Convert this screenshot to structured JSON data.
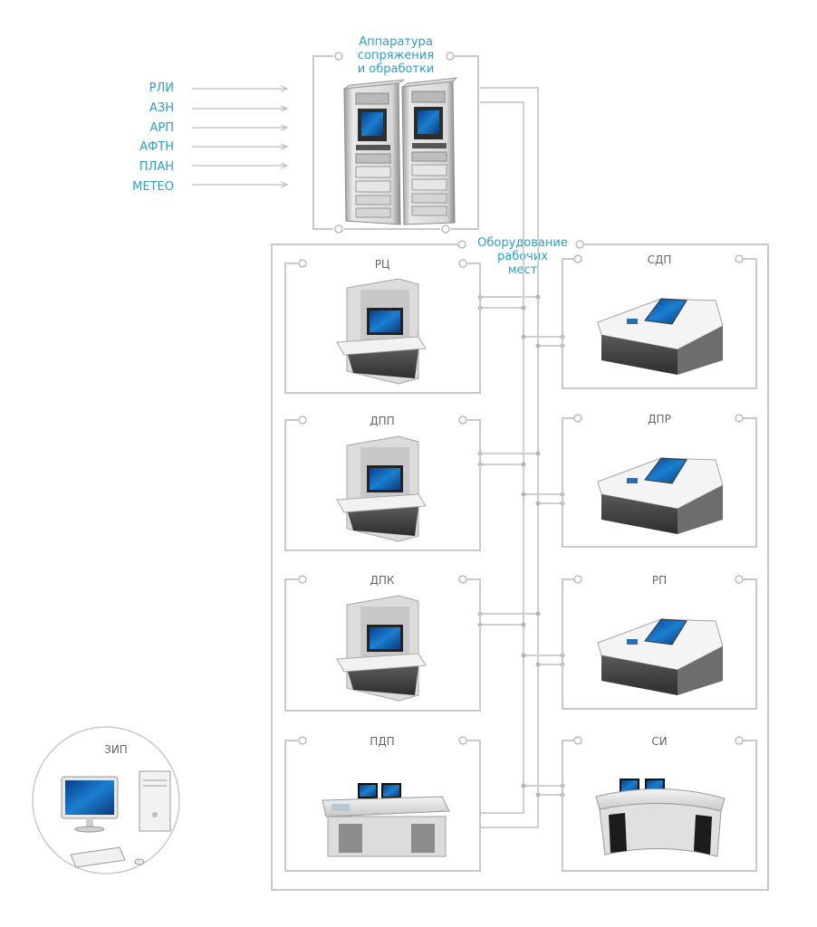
{
  "inputs": [
    "РЛИ",
    "АЗН",
    "АРП",
    "АФТН",
    "ПЛАН",
    "МЕТЕО"
  ],
  "processing": {
    "title_lines": [
      "Аппаратура",
      "сопряжения",
      "и обработки"
    ]
  },
  "workplaces": {
    "title_lines": [
      "Оборудование",
      "рабочих",
      "мест"
    ],
    "left": [
      {
        "label": "РЦ",
        "kind": "console"
      },
      {
        "label": "ДПП",
        "kind": "console"
      },
      {
        "label": "ДПК",
        "kind": "console"
      },
      {
        "label": "ПДП",
        "kind": "dual-desk"
      }
    ],
    "right": [
      {
        "label": "СДП",
        "kind": "desk"
      },
      {
        "label": "ДПР",
        "kind": "desk"
      },
      {
        "label": "РП",
        "kind": "desk"
      },
      {
        "label": "СИ",
        "kind": "curved-desk"
      }
    ]
  },
  "spares": {
    "label": "ЗИП"
  },
  "colors": {
    "accent": "#2aa0c8",
    "line": "#c9c9c9",
    "text": "#666666"
  }
}
